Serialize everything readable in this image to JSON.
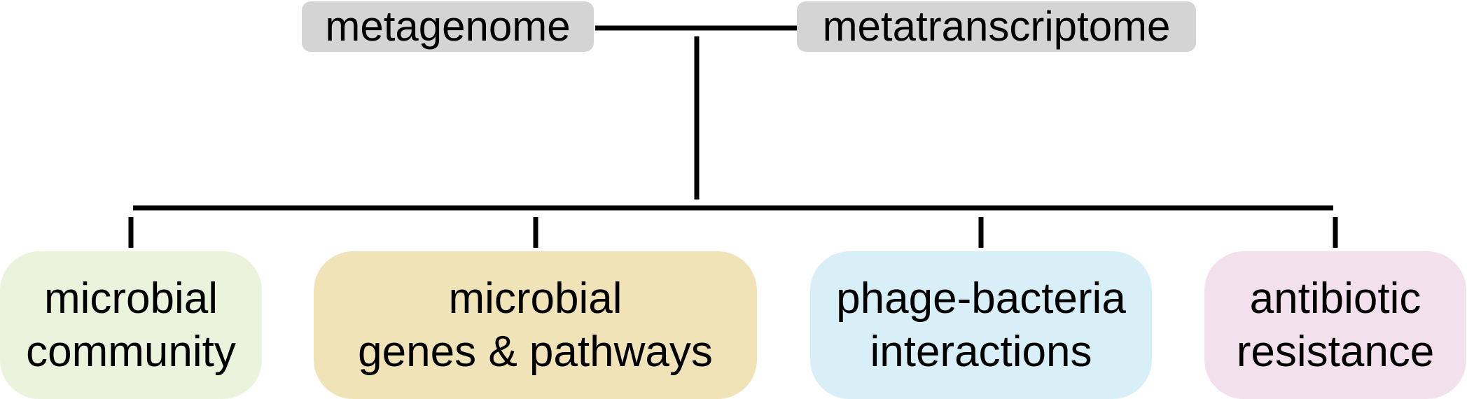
{
  "nodes": {
    "metagenome": {
      "label": "metagenome",
      "color": "#d4d4d5"
    },
    "metatranscriptome": {
      "label": "metatranscriptome",
      "color": "#d4d4d5"
    },
    "community": {
      "lines": [
        "microbial",
        "community"
      ],
      "color": "#ecf3dc"
    },
    "genes": {
      "lines": [
        "microbial",
        "genes & pathways"
      ],
      "color": "#f1e3b8"
    },
    "phage": {
      "lines": [
        "phage-bacteria",
        "interactions"
      ],
      "color": "#d9eff7"
    },
    "resistance": {
      "lines": [
        "antibiotic",
        "resistance"
      ],
      "color": "#f2e1ec"
    }
  },
  "edges": [
    {
      "from": "metagenome",
      "to": "metatranscriptome"
    },
    {
      "from": "metagenome+metatranscriptome",
      "to": "community"
    },
    {
      "from": "metagenome+metatranscriptome",
      "to": "genes"
    },
    {
      "from": "metagenome+metatranscriptome",
      "to": "phage"
    },
    {
      "from": "metagenome+metatranscriptome",
      "to": "resistance"
    }
  ],
  "colors": {
    "line": "#000000",
    "text": "#000000"
  }
}
